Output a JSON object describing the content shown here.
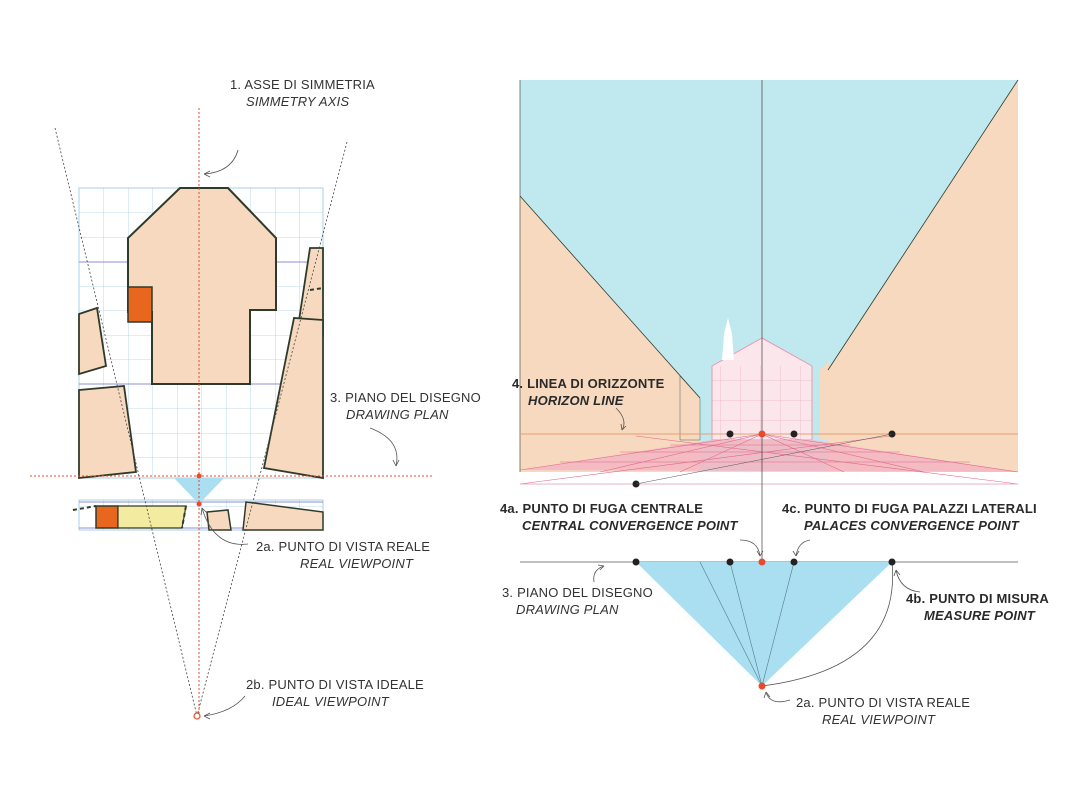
{
  "left_diagram": {
    "symmetry_axis": {
      "number": "1.",
      "it": "ASSE DI SIMMETRIA",
      "en": "SIMMETRY AXIS"
    },
    "drawing_plan": {
      "number": "3.",
      "it": "PIANO DEL DISEGNO",
      "en": "DRAWING PLAN"
    },
    "real_viewpoint": {
      "number": "2a.",
      "it": "PUNTO DI VISTA REALE",
      "en": "REAL VIEWPOINT"
    },
    "ideal_viewpoint": {
      "number": "2b.",
      "it": "PUNTO DI VISTA IDEALE",
      "en": "IDEAL VIEWPOINT"
    }
  },
  "right_diagram": {
    "horizon_line": {
      "number": "4.",
      "it": "LINEA DI ORIZZONTE",
      "en": "HORIZON LINE"
    },
    "central_point": {
      "number": "4a.",
      "it": "PUNTO DI FUGA CENTRALE",
      "en": "CENTRAL CONVERGENCE POINT"
    },
    "palaces_point": {
      "number": "4c.",
      "it": "PUNTO DI FUGA PALAZZI LATERALI",
      "en": "PALACES CONVERGENCE POINT"
    },
    "drawing_plan": {
      "number": "3.",
      "it": "PIANO DEL DISEGNO",
      "en": "DRAWING PLAN"
    },
    "measure_point": {
      "number": "4b.",
      "it": "PUNTO DI MISURA",
      "en": "MEASURE POINT"
    },
    "real_viewpoint": {
      "number": "2a.",
      "it": "PUNTO DI VISTA REALE",
      "en": "REAL VIEWPOINT"
    }
  },
  "colors": {
    "sky": "#bfe9ef",
    "building": "#f7d9c0",
    "building_outline": "#2f3b2a",
    "accent_red": "#e84b2c",
    "orange": "#e8661e",
    "yellow": "#f3eba0",
    "grid": "#a9cfe8",
    "grid_major": "#8f8fd0",
    "pink_floor": "#f3b7c2",
    "horizon": "#e8a070"
  }
}
